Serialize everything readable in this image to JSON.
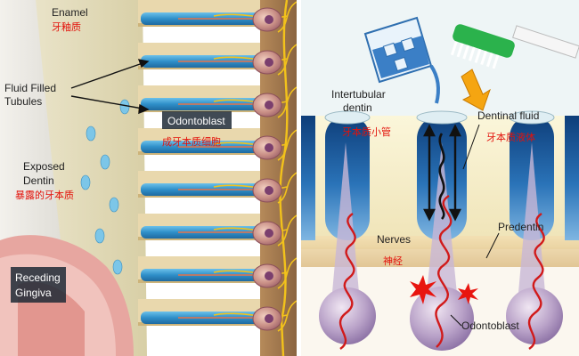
{
  "left_panel": {
    "enamel_en": "Enamel",
    "enamel_cn": "牙釉质",
    "fluid_en_1": "Fluid Filled",
    "fluid_en_2": "Tubules",
    "odontoblast_en": "Odontoblast",
    "odontoblast_cn": "成牙本质细胞",
    "exposed_en_1": "Exposed",
    "exposed_en_2": "Dentin",
    "exposed_cn": "暴露的牙本质",
    "receding_en_1": "Receding",
    "receding_en_2": "Gingiva"
  },
  "right_panel": {
    "intertubular_en_1": "Intertubular",
    "intertubular_en_2": "dentin",
    "intertubular_cn": "牙本质小管",
    "dentinal_fluid_en": "Dentinal fluid",
    "dentinal_fluid_cn": "牙本质液体",
    "predentin_en": "Predentin",
    "nerves_en": "Nerves",
    "nerves_cn": "神经",
    "odontoblast_en": "Odontoblast"
  },
  "colors": {
    "tubule_blue": "#2f8fc9",
    "dentin_tan": "#e6c78e",
    "nerve_yellow": "#f2c21b",
    "cell_purple": "#b27aa0",
    "label_red": "#e3120b",
    "right_bg": "#f7f2cf"
  }
}
